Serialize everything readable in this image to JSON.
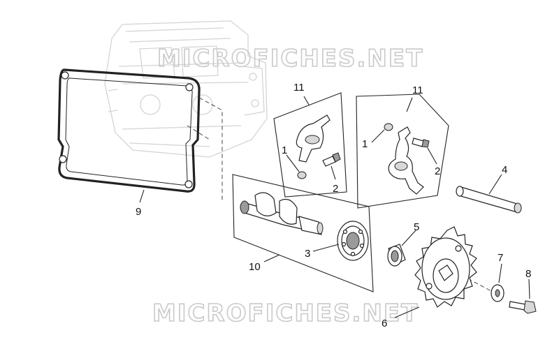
{
  "watermark": {
    "top": "MICROFICHES.NET",
    "bottom": "MICROFICHES.NET"
  },
  "callouts": {
    "c9": "9",
    "c11a": "11",
    "c11b": "11",
    "c1a": "1",
    "c2a": "2",
    "c1b": "1",
    "c2b": "2",
    "c4": "4",
    "c10": "10",
    "c3": "3",
    "c5": "5",
    "c6": "6",
    "c7": "7",
    "c8": "8"
  }
}
